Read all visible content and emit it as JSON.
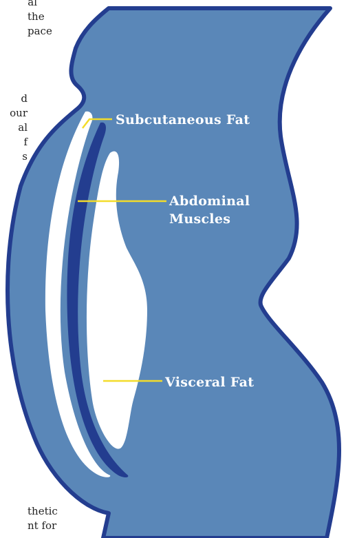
{
  "page_fragments": {
    "top": [
      "al",
      "the",
      "pace"
    ],
    "middle": [
      "d",
      "our",
      "al",
      "f",
      "s"
    ],
    "bottom": [
      "thetic",
      "nt for"
    ]
  },
  "labels": {
    "subcutaneous": "Subcutaneous Fat",
    "abdominal_line1": "Abdominal",
    "abdominal_line2": "Muscles",
    "visceral": "Visceral Fat"
  },
  "colors": {
    "body_fill": "#5a87b8",
    "outline": "#233d8f",
    "muscle": "#233d8f",
    "fat": "#ffffff",
    "leader": "#f3dc2a"
  }
}
